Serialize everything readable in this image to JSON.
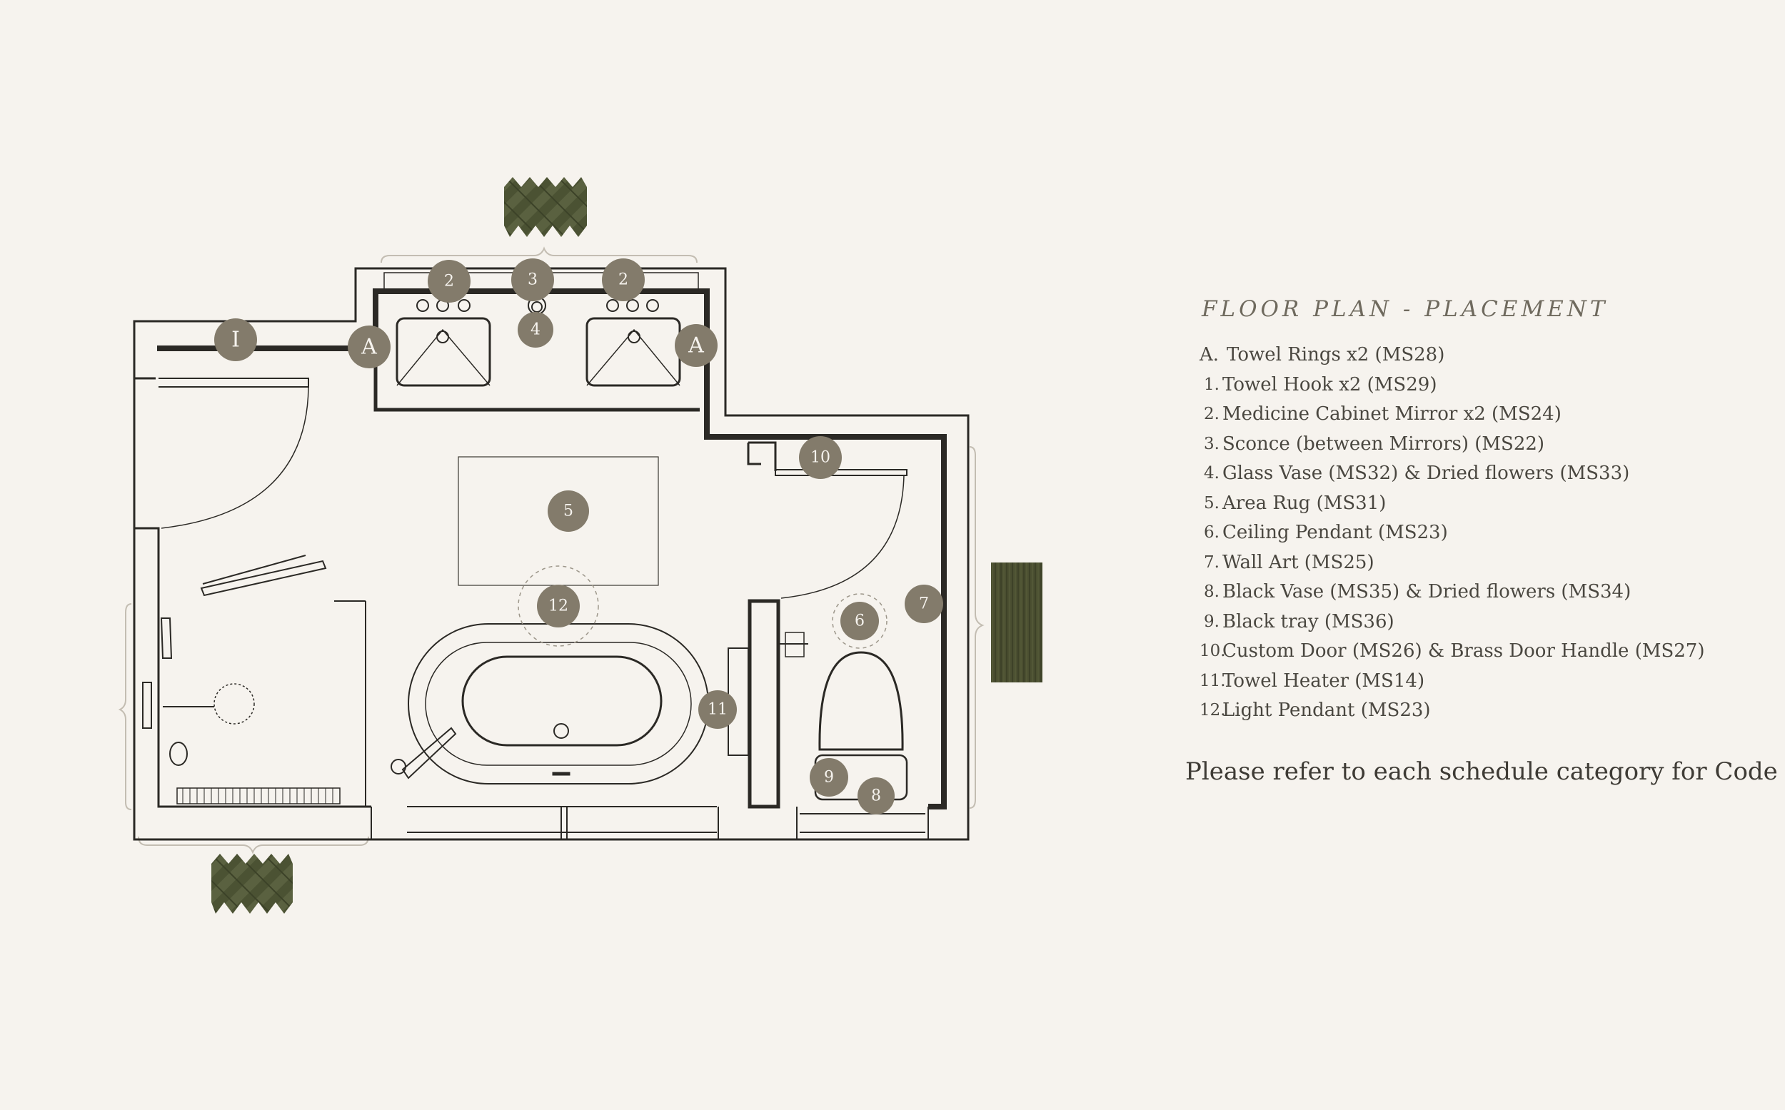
{
  "colors": {
    "background": "#f6f3ee",
    "marker": "#837b6b",
    "tile_green": "#4b5233",
    "line": "#2b2925"
  },
  "markers": [
    {
      "id": "marker-1",
      "label": "I"
    },
    {
      "id": "marker-a-left",
      "label": "A"
    },
    {
      "id": "marker-a-right",
      "label": "A"
    },
    {
      "id": "marker-2-left",
      "label": "2"
    },
    {
      "id": "marker-2-right",
      "label": "2"
    },
    {
      "id": "marker-3",
      "label": "3"
    },
    {
      "id": "marker-4",
      "label": "4"
    },
    {
      "id": "marker-5",
      "label": "5"
    },
    {
      "id": "marker-6",
      "label": "6"
    },
    {
      "id": "marker-7",
      "label": "7"
    },
    {
      "id": "marker-8",
      "label": "8"
    },
    {
      "id": "marker-9",
      "label": "9"
    },
    {
      "id": "marker-10",
      "label": "10"
    },
    {
      "id": "marker-11",
      "label": "11"
    },
    {
      "id": "marker-12",
      "label": "12"
    }
  ],
  "legend": {
    "title": "FLOOR PLAN - PLACEMENT",
    "items": [
      {
        "marker": "A.",
        "label": "Towel Rings x2 (MS28)"
      },
      {
        "marker": "1.",
        "label": "Towel Hook x2 (MS29)"
      },
      {
        "marker": "2.",
        "label": "Medicine Cabinet Mirror x2 (MS24)"
      },
      {
        "marker": "3.",
        "label": "Sconce (between Mirrors) (MS22)"
      },
      {
        "marker": "4.",
        "label": "Glass Vase (MS32) & Dried flowers (MS33)"
      },
      {
        "marker": "5.",
        "label": "Area Rug (MS31)"
      },
      {
        "marker": "6.",
        "label": "Ceiling Pendant (MS23)"
      },
      {
        "marker": "7.",
        "label": "Wall Art (MS25)"
      },
      {
        "marker": "8.",
        "label": "Black Vase (MS35) & Dried flowers (MS34)"
      },
      {
        "marker": "9.",
        "label": "Black tray (MS36)"
      },
      {
        "marker": "10.",
        "label": "Custom Door (MS26) & Brass Door Handle (MS27)"
      },
      {
        "marker": "11.",
        "label": "Towel Heater (MS14)"
      },
      {
        "marker": "12.",
        "label": "Light Pendant (MS23)"
      }
    ],
    "note": "Please refer to each schedule category for Code"
  }
}
